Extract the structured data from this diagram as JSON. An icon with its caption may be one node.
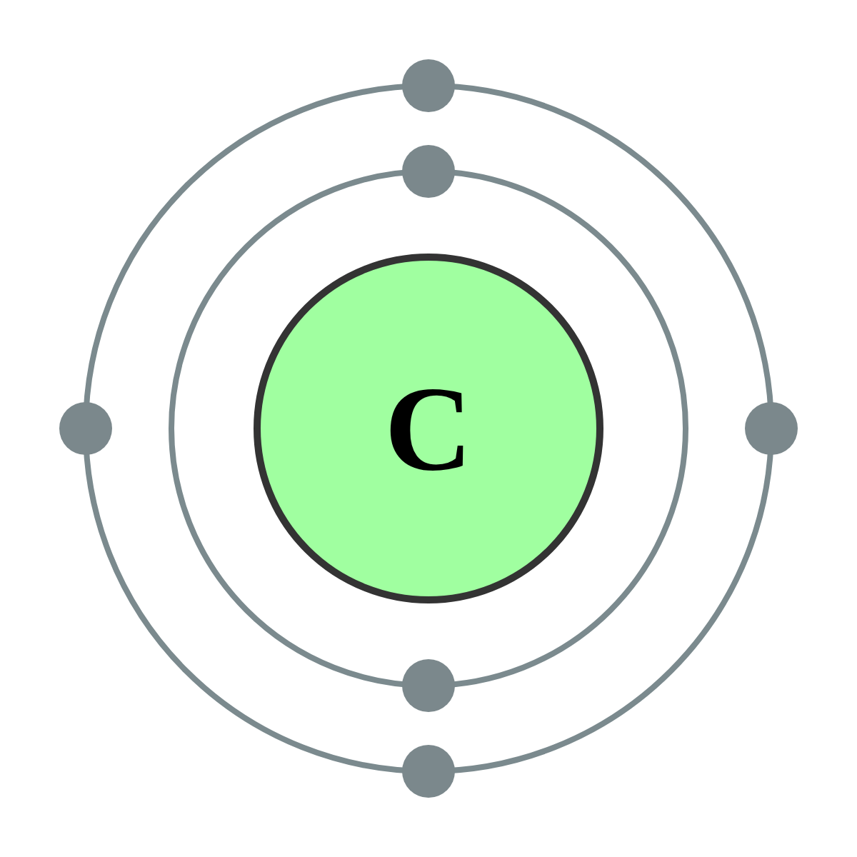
{
  "diagram": {
    "nodes": [
      {
        "text": [
          "C"
        ]
      },
      {
        "text": [],
        "shape": "circle"
      },
      {
        "text": [],
        "shape": "circle"
      },
      {
        "text": [],
        "shape": "circle"
      },
      {
        "text": [],
        "shape": "circle"
      },
      {
        "text": [],
        "shape": "circle"
      },
      {
        "text": [],
        "shape": "circle"
      }
    ]
  }
}
